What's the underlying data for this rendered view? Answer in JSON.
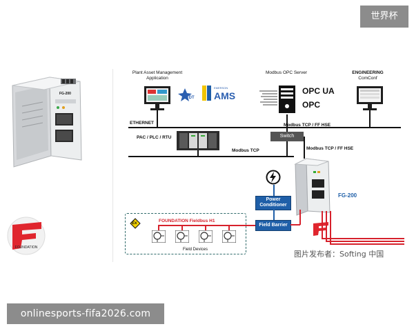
{
  "watermarks": {
    "top": "世界杯",
    "bottom": "onlinesports-fifa2026.com",
    "credit": "图片发布者：Softing 中国"
  },
  "product": {
    "label_fg200": "FG-200",
    "brand_badge": "FOUNDATION"
  },
  "diagram": {
    "plant_asset": "Plant Asset Management\nApplication",
    "modbus_opc_server": "Modbus OPC Server",
    "engineering": "ENGINEERING",
    "comconf": "ComConf",
    "fdt": "FDT",
    "ams_small": "EMERSON",
    "ams": "AMS",
    "opc_ua": "OPC UA",
    "opc": "OPC",
    "ethernet": "ETHERNET",
    "modbus_tcp_ff_hse_top": "Modbus TCP / FF HSE",
    "switch": "Switch",
    "pac_plc_rtu": "PAC / PLC / RTU",
    "modbus_tcp": "Modbus TCP",
    "modbus_tcp_ff_hse_right": "Modbus TCP / FF HSE",
    "power_conditioner": "Power\nConditioner",
    "fg200": "FG-200",
    "ex": "Ex",
    "fieldbus_h1": "FOUNDATION Fieldbus H1",
    "field_barrier": "Field Barrier",
    "field_devices": "Field Devices"
  },
  "colors": {
    "accent_blue": "#1f5fa8",
    "fieldbus_red": "#d6202b",
    "foundation_red": "#e0262e"
  }
}
